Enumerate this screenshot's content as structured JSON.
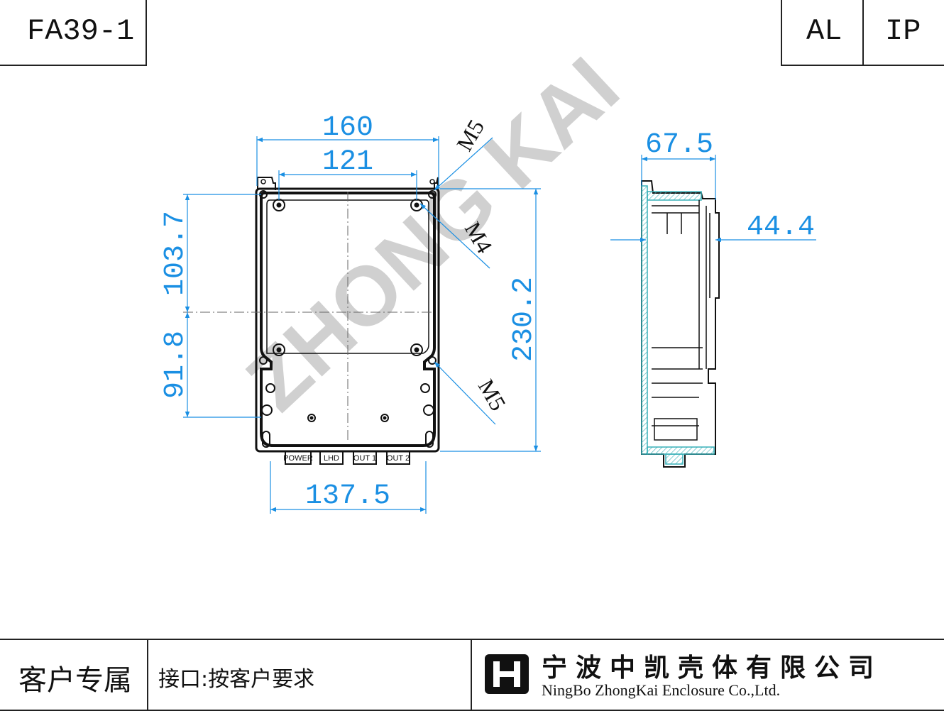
{
  "header": {
    "model": "FA39-1",
    "material_code": "AL",
    "rating_code": "IP"
  },
  "watermark": "ZHONG KAI",
  "front_view": {
    "dimensions": {
      "overall_width": "160",
      "inner_width": "121",
      "bottom_width": "137.5",
      "upper_height": "103.7",
      "lower_height": "91.8",
      "overall_height": "230.2"
    },
    "callouts": {
      "top_right_screw": "M5",
      "inner_screw": "M4",
      "bottom_right_screw": "M5"
    },
    "connectors": [
      "POWER",
      "LHD",
      "OUT 1",
      "OUT 2"
    ]
  },
  "side_view": {
    "dimensions": {
      "overall_depth": "67.5",
      "inner_depth": "44.4"
    }
  },
  "footer": {
    "exclusive_label": "客户专属",
    "interface_note": "接口:按客户要求",
    "company_cn": "宁波中凯壳体有限公司",
    "company_en": "NingBo ZhongKai Enclosure Co.,Ltd."
  },
  "colors": {
    "dimension": "#1a8fe3",
    "outline": "#111111",
    "watermark": "#c8c8c8",
    "side_hatch": "#38b0b8"
  }
}
